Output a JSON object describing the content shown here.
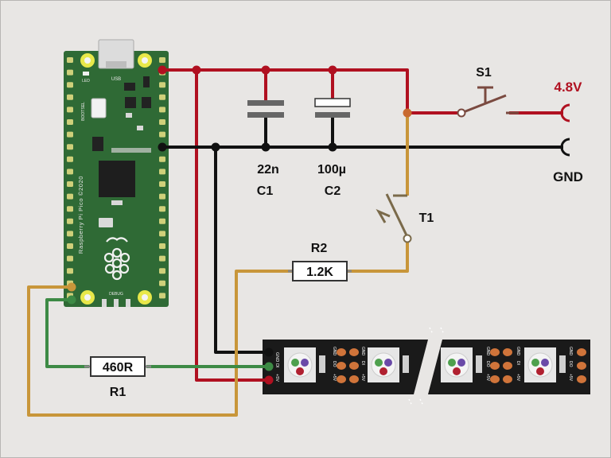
{
  "colors": {
    "background": "#e8e6e4",
    "positive_wire": "#b01020",
    "ground_wire": "#111111",
    "signal_wire": "#c8963a",
    "data_wire": "#3d8a45",
    "switch": "#7a4a40",
    "transistor": "#7a6a4a",
    "pcb": "#2f6a35",
    "strip": "#1a1a1a",
    "voltage_label": "#b01020"
  },
  "labels": {
    "switch": "S1",
    "voltage": "4.8V",
    "ground": "GND",
    "c1_value": "22n",
    "c1_name": "C1",
    "c2_value": "100µ",
    "c2_name": "C2",
    "transistor": "T1",
    "r2_name": "R2",
    "r2_value": "1.2K",
    "r1_value": "460R",
    "r1_name": "R1"
  },
  "board": {
    "usb": "USB",
    "led": "LED",
    "bootsel": "BOOTSEL",
    "name": "Raspberry Pi Pico ©2020",
    "debug": "DEBUG"
  },
  "strip": {
    "pads_left": [
      "GND",
      "DI",
      "+5V"
    ],
    "pads_mid": [
      "GND",
      "DO",
      "+5V"
    ],
    "pixel_count": 4
  }
}
